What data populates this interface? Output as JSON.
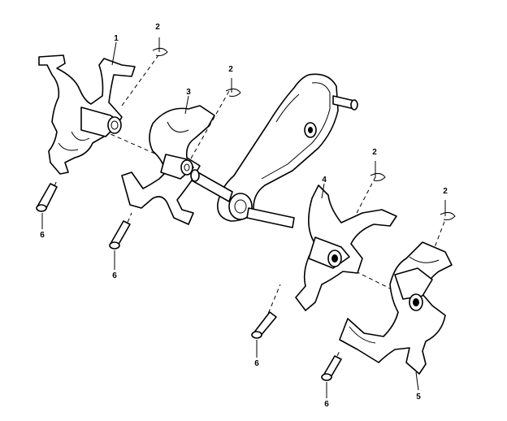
{
  "callouts": {
    "c1": "1",
    "c2a": "2",
    "c2b": "2",
    "c2c": "2",
    "c2d": "2",
    "c3": "3",
    "c4": "4",
    "c5": "5",
    "c6a": "6",
    "c6b": "6",
    "c6c": "6",
    "c6d": "6"
  }
}
